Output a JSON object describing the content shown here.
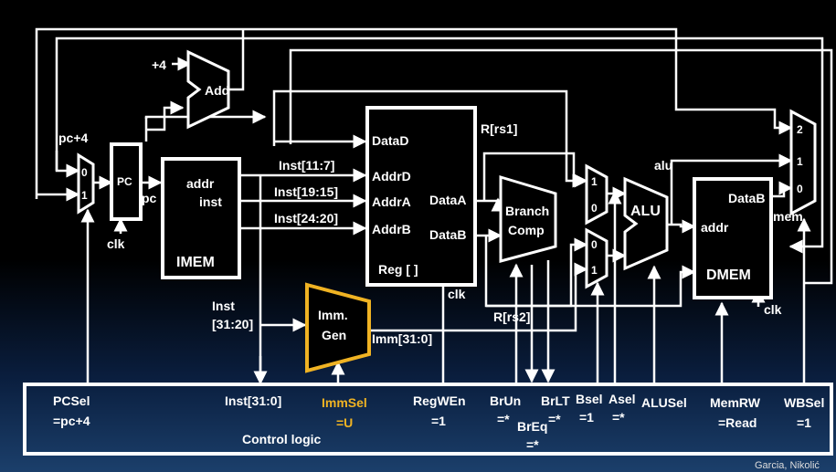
{
  "blocks": {
    "add": "Add",
    "pc": "PC",
    "imem": "IMEM",
    "imem_addr": "addr",
    "imem_inst": "inst",
    "reg": "Reg [ ]",
    "reg_datad": "DataD",
    "reg_addrd": "AddrD",
    "reg_addra": "AddrA",
    "reg_addrb": "AddrB",
    "reg_dataa": "DataA",
    "reg_datab": "DataB",
    "branch_1": "Branch",
    "branch_2": "Comp",
    "alu": "ALU",
    "dmem": "DMEM",
    "dmem_addr": "addr",
    "dmem_datab": "DataB",
    "imm_1": "Imm.",
    "imm_2": "Gen"
  },
  "wires": {
    "plus4": "+4",
    "pc_plus4": "pc+4",
    "pc": "pc",
    "clk": "clk",
    "inst_11_7": "Inst[11:7]",
    "inst_19_15": "Inst[19:15]",
    "inst_24_20": "Inst[24:20]",
    "inst_31_20_a": "Inst",
    "inst_31_20_b": "[31:20]",
    "imm_31_0": "Imm[31:0]",
    "r_rs1": "R[rs1]",
    "r_rs2": "R[rs2]",
    "alu": "alu",
    "mem": "mem"
  },
  "mux_inputs": {
    "pc_0": "0",
    "pc_1": "1",
    "a_1": "1",
    "a_0": "0",
    "b_0": "0",
    "b_1": "1",
    "wb_2": "2",
    "wb_1": "1",
    "wb_0": "0"
  },
  "control": {
    "title": "Control logic",
    "pcsel_1": "PCSel",
    "pcsel_2": "=pc+4",
    "inst_31_0": "Inst[31:0]",
    "immsel_1": "ImmSel",
    "immsel_2": "=U",
    "regwen_1": "RegWEn",
    "regwen_2": "=1",
    "brun_1": "BrUn",
    "brun_2": "=*",
    "breq_1": "BrEq",
    "breq_2": "=*",
    "brlt_1": "BrLT",
    "brlt_2": "=*",
    "bsel_1": "Bsel",
    "bsel_2": "=1",
    "asel_1": "Asel",
    "asel_2": "=*",
    "alusel": "ALUSel",
    "memrw_1": "MemRW",
    "memrw_2": "=Read",
    "wbsel_1": "WBSel",
    "wbsel_2": "=1"
  },
  "credit": "Garcia, Nikolić",
  "colors": {
    "wire": "#ffffff",
    "highlight": "#f0b323",
    "background": "#000000"
  }
}
